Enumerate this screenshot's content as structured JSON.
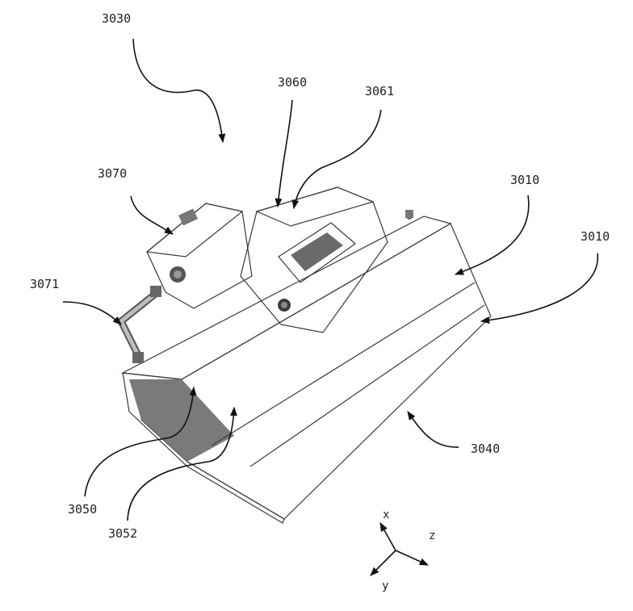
{
  "labels": {
    "l3030": "3030",
    "l3060": "3060",
    "l3061": "3061",
    "l3070": "3070",
    "l3010a": "3010",
    "l3010b": "3010",
    "l3071": "3071",
    "l3040": "3040",
    "l3050": "3050",
    "l3052": "3052"
  },
  "axes": {
    "x": "x",
    "y": "y",
    "z": "z"
  }
}
